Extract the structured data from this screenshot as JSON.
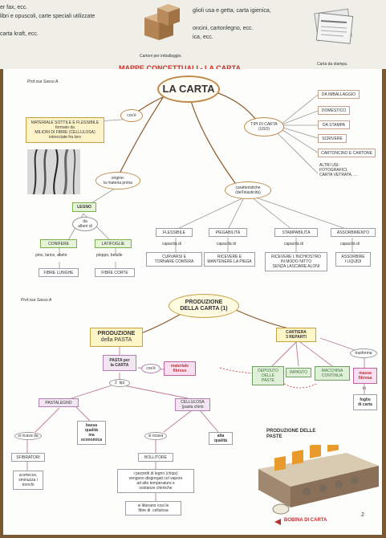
{
  "top": {
    "left_lines": [
      "er fax, ecc.",
      "libri e opuscoli, carte speciali utilizzate",
      "carta kraft, ecc."
    ],
    "img1_caption": "Cartoni per imballaggio.",
    "mid_lines": [
      "glioli usa e getta, carta igienica,",
      "oncini,  cartonlegno, ecc.",
      "ica, ecc."
    ],
    "img2_caption": "Carta da stampa.",
    "map_title": "MAPPE CONCETTUALI - LA CARTA"
  },
  "map1": {
    "author": "Prof.ssa Sasso A.",
    "center": "LA CARTA",
    "cose": "cos'è",
    "definition": "MATERIALE SOTTILE E FLESSIBILE\nformato da\nMILIONI DI FIBRE (CELLULOSA)\nintrecciate fra loro",
    "origine": "origine:\nla materia prima",
    "legno": "LEGNO",
    "da_alberi": "da\nalberi di",
    "conifere": "CONIFERE",
    "latifoglie": "LATIFOGLIE",
    "conifere_examples": "pino, larice, abete",
    "latifoglie_examples": "pioppo, betulle",
    "fibre_lunghe": "FIBRE LUNGHE",
    "fibre_corte": "FIBRE CORTE",
    "tipi": "TIPI DI CARTA\n(USO)",
    "uses": [
      "DA IMBALLAGGIO",
      "DOMESTICO",
      "DA STAMPA",
      "SCRIVERE",
      "CARTONCINO E CARTONE",
      "ALTRI USI:\nFOTOGRAFICI,\nCARTA VETRATA, ..."
    ],
    "caratteristiche": "caratteristiche\n(dell'elasticità)",
    "props": [
      {
        "name": "FLESSIBILE",
        "cap": "capacità di",
        "desc": "CURVARSI E\nTORNARE COM'ERA"
      },
      {
        "name": "PIEGABILITÀ",
        "cap": "capacità di",
        "desc": "RICEVERE E\nMANTENERE LA PIEGA"
      },
      {
        "name": "STAMPABILITÀ",
        "cap": "capacità di",
        "desc": "RICEVERE L'INCHIOSTRO\nIN MODO NITTO\nSENZA LASCIARE ALONI"
      },
      {
        "name": "ASSORBIMENTO",
        "cap": "capacità di",
        "desc": "ASSORBIRE\nI LIQUIDI"
      }
    ]
  },
  "map2": {
    "author": "Prof.ssa Sasso A",
    "center": "PRODUZIONE\nDELLA CARTA (1)",
    "prod_line1": "PRODUZIONE",
    "prod_line2": "della PASTA",
    "pasta": "PASTA per\nla CARTA",
    "cose": "cos'è",
    "materiale": "materiale\nfibroso",
    "tipi": "2  tipi",
    "pastalegno": "PASTALEGNO",
    "cellulosa": "CELLULOSA\n(pasta chimi",
    "bassa": "bassa\nqualità\nma\neconomica",
    "alta": "alta\nqualità",
    "si_ricava_da": "si ricava da",
    "si_ricava": "si ricava",
    "sfibratori": "SFIBRATORI",
    "sfibratori_desc": "scortecce,\nsminuzza i\ntronchi",
    "bollitore": "BOLLITORE",
    "bollitore_desc": "i pezzetti di legno (chips)\nvengono disgregati col vapore\nad alte temperature e\nsostanze chimiche",
    "liberano": "si liberano così le\nfibre di  cellulosa",
    "cartiera": "CARTIERA\n3 REPARTI",
    "reparti": [
      "DEPOSITO\nDELLE\nPASTE",
      "IMPASTO",
      "MACCHINA\nCONTINUA"
    ],
    "trasforma": "trasforma",
    "massa": "massa\nfibrosa",
    "in": "in",
    "foglio": "foglio\ndi carta",
    "photo_title": "PRODUZIONE DELLE\nPASTE",
    "bobina": "BOBINA DI CARTA",
    "page_number": "2"
  }
}
